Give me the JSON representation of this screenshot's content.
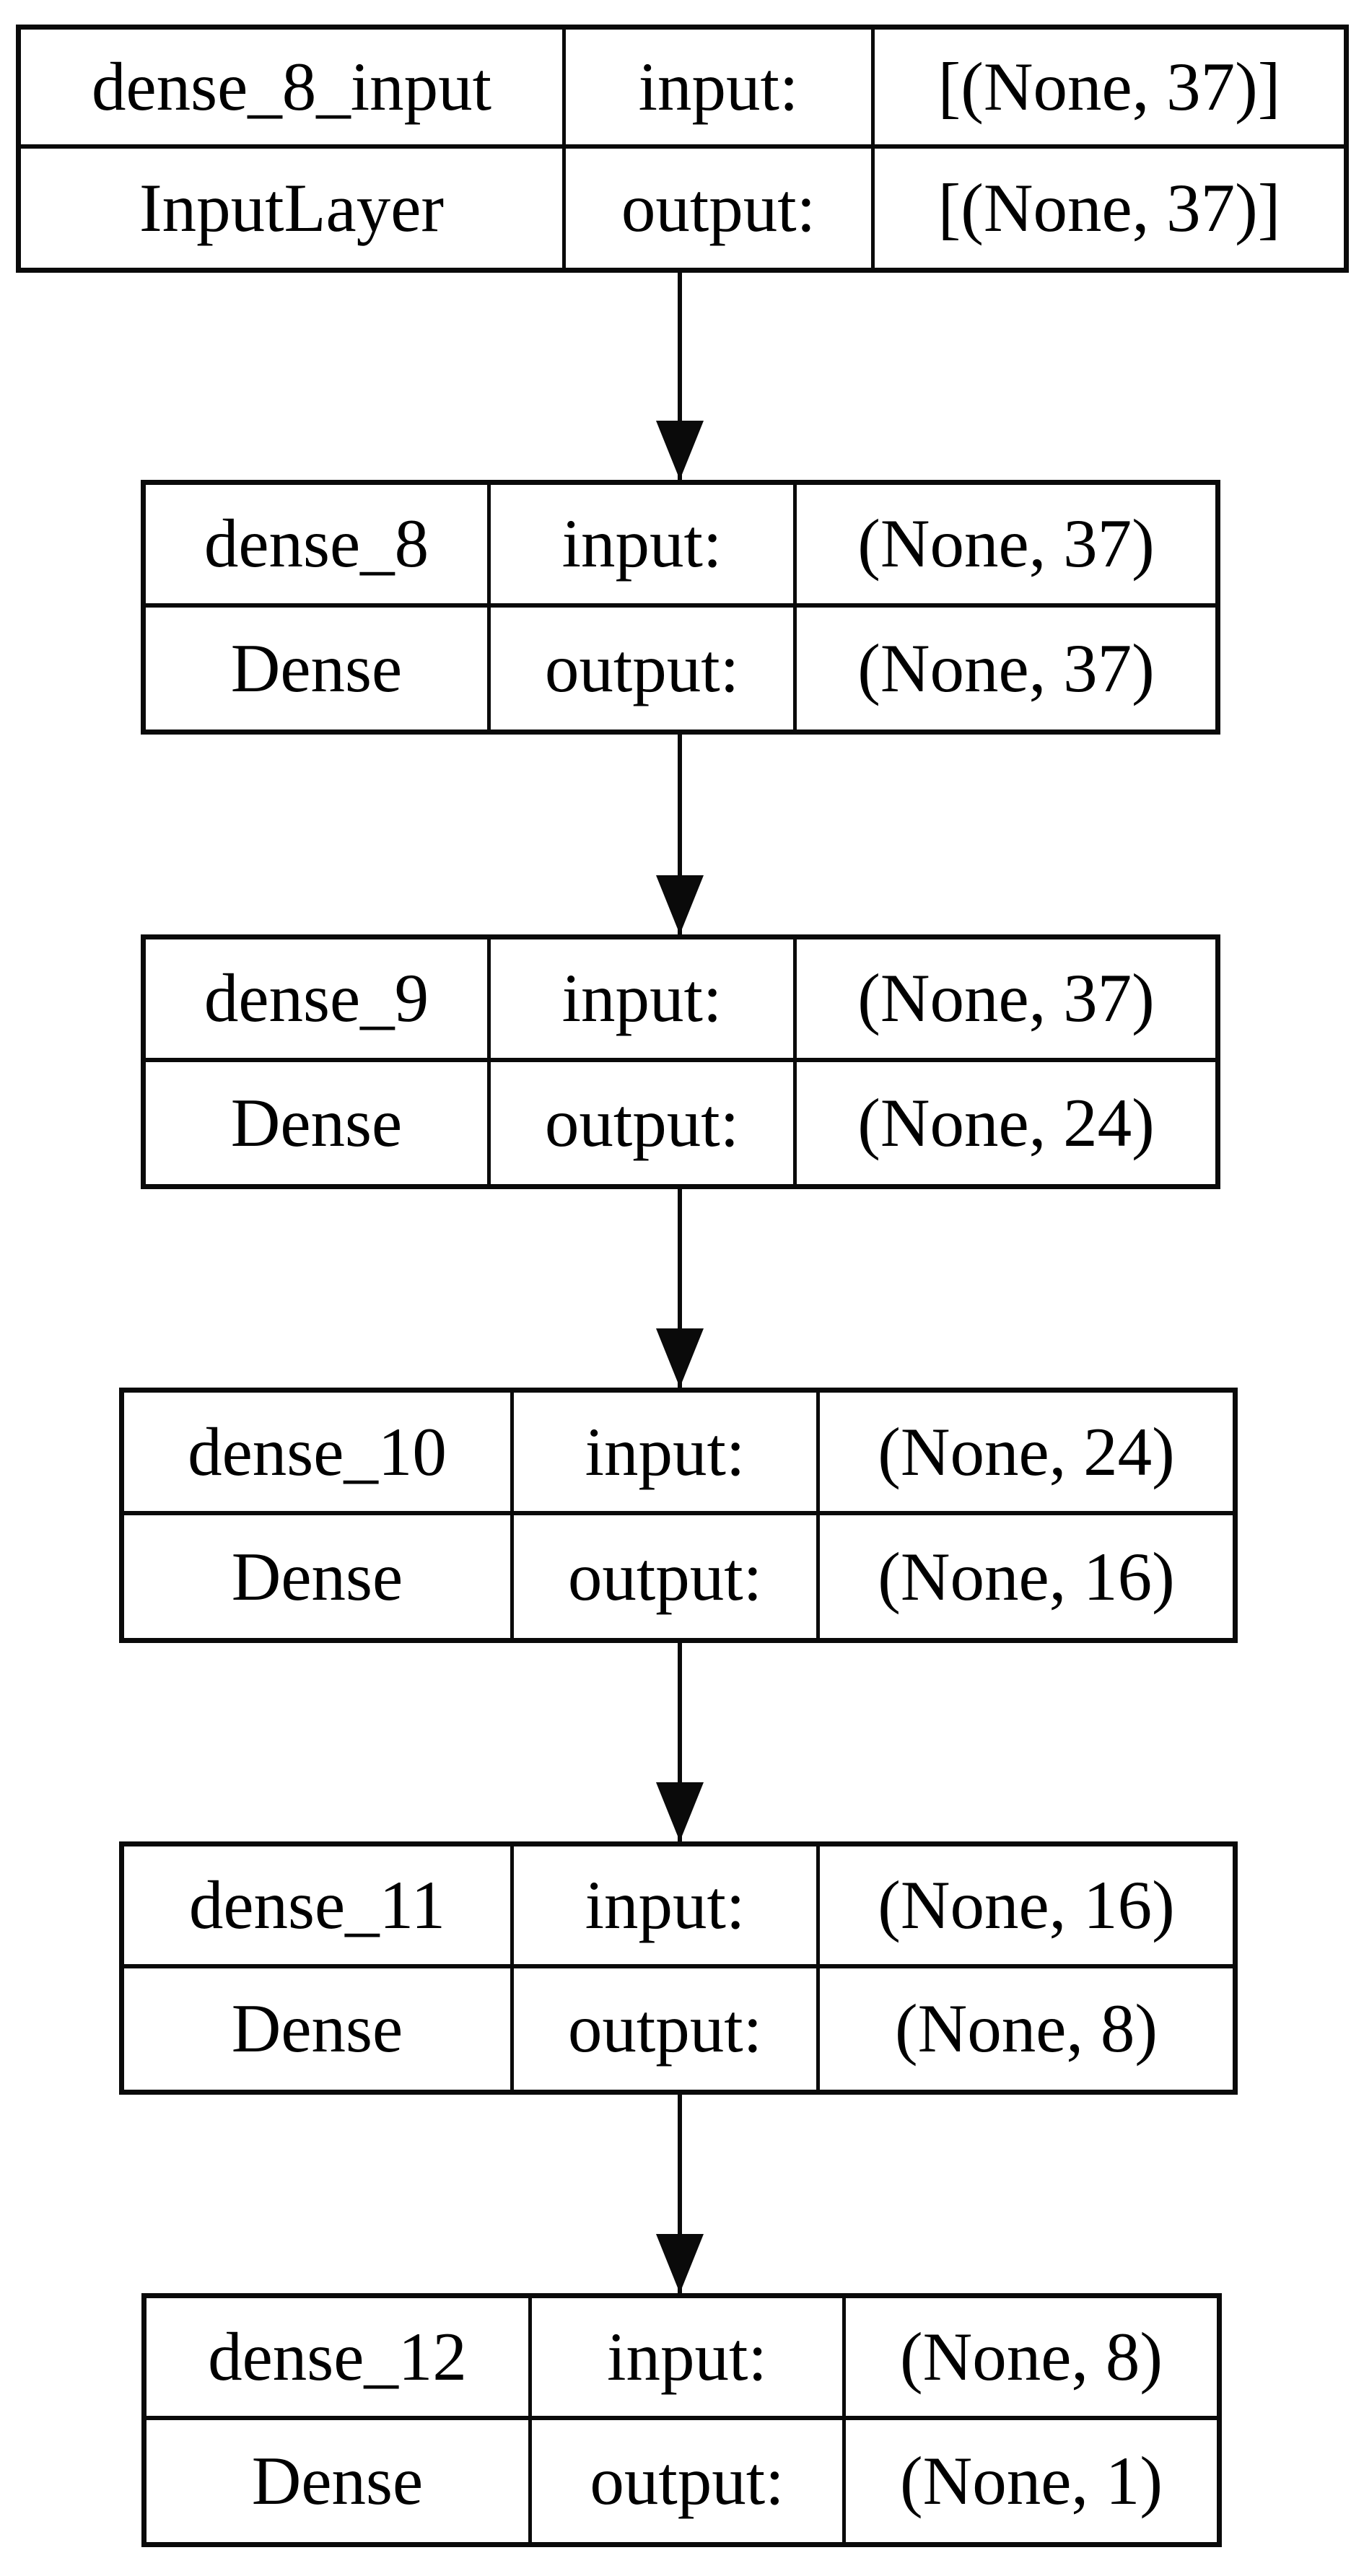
{
  "diagram_type": "keras-model-architecture",
  "colors": {
    "background": "#ffffff",
    "line": "#0a0a0a",
    "text": "#000000",
    "node_fill": "#ffffff"
  },
  "nodes": [
    {
      "name": "dense_8_input",
      "type": "InputLayer",
      "input_label": "input:",
      "output_label": "output:",
      "input_shape": "[(None, 37)]",
      "output_shape": "[(None, 37)]"
    },
    {
      "name": "dense_8",
      "type": "Dense",
      "input_label": "input:",
      "output_label": "output:",
      "input_shape": "(None, 37)",
      "output_shape": "(None, 37)"
    },
    {
      "name": "dense_9",
      "type": "Dense",
      "input_label": "input:",
      "output_label": "output:",
      "input_shape": "(None, 37)",
      "output_shape": "(None, 24)"
    },
    {
      "name": "dense_10",
      "type": "Dense",
      "input_label": "input:",
      "output_label": "output:",
      "input_shape": "(None, 24)",
      "output_shape": "(None, 16)"
    },
    {
      "name": "dense_11",
      "type": "Dense",
      "input_label": "input:",
      "output_label": "output:",
      "input_shape": "(None, 16)",
      "output_shape": "(None, 8)"
    },
    {
      "name": "dense_12",
      "type": "Dense",
      "input_label": "input:",
      "output_label": "output:",
      "input_shape": "(None, 8)",
      "output_shape": "(None, 1)"
    }
  ],
  "edges": [
    {
      "from": "dense_8_input",
      "to": "dense_8"
    },
    {
      "from": "dense_8",
      "to": "dense_9"
    },
    {
      "from": "dense_9",
      "to": "dense_10"
    },
    {
      "from": "dense_10",
      "to": "dense_11"
    },
    {
      "from": "dense_11",
      "to": "dense_12"
    }
  ]
}
